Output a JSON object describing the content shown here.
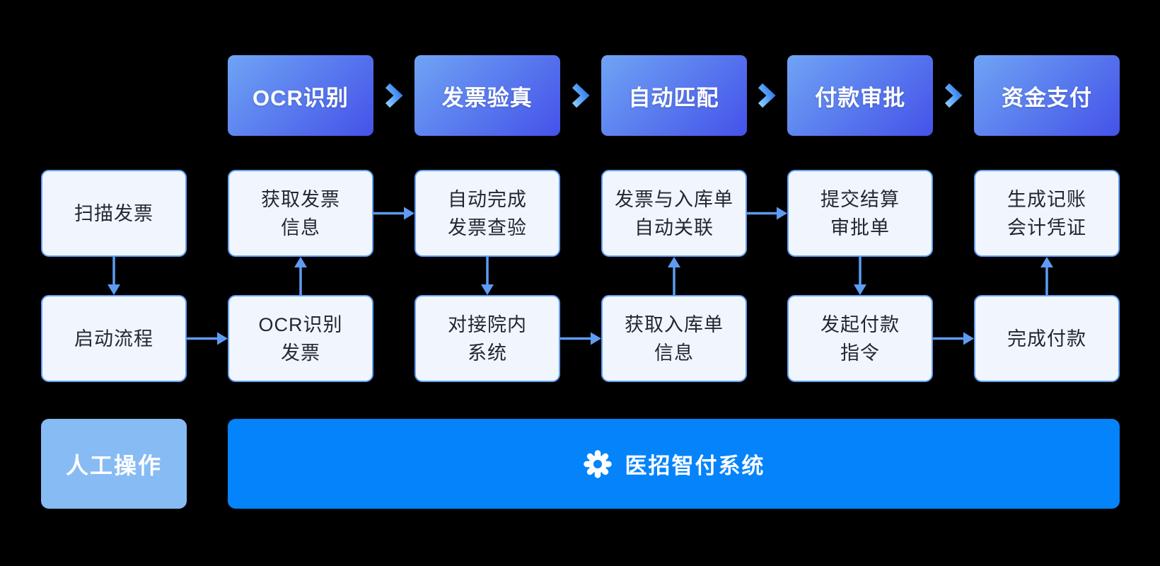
{
  "diagram": {
    "stages": [
      {
        "id": "ocr",
        "label": "OCR识别"
      },
      {
        "id": "invoice-verify",
        "label": "发票验真"
      },
      {
        "id": "auto-match",
        "label": "自动匹配"
      },
      {
        "id": "payment-approval",
        "label": "付款审批"
      },
      {
        "id": "fund-payment",
        "label": "资金支付"
      }
    ],
    "chevron_icon": "chevron-right-icon",
    "nodes": [
      {
        "id": "scan-invoice",
        "label": "扫描发票",
        "lines": [
          "扫描发票"
        ],
        "row": 2,
        "col": 1
      },
      {
        "id": "get-invoice-info",
        "label": "获取发票信息",
        "lines": [
          "获取发票",
          "信息"
        ],
        "row": 2,
        "col": 2
      },
      {
        "id": "auto-verify",
        "label": "自动完成发票查验",
        "lines": [
          "自动完成",
          "发票查验"
        ],
        "row": 2,
        "col": 3
      },
      {
        "id": "match-link",
        "label": "发票与入库单自动关联",
        "lines": [
          "发票与入库单",
          "自动关联"
        ],
        "row": 2,
        "col": 4
      },
      {
        "id": "submit-settlement",
        "label": "提交结算审批单",
        "lines": [
          "提交结算",
          "审批单"
        ],
        "row": 2,
        "col": 5
      },
      {
        "id": "generate-voucher",
        "label": "生成记账会计凭证",
        "lines": [
          "生成记账",
          "会计凭证"
        ],
        "row": 2,
        "col": 6
      },
      {
        "id": "start-process",
        "label": "启动流程",
        "lines": [
          "启动流程"
        ],
        "row": 3,
        "col": 1
      },
      {
        "id": "ocr-invoice",
        "label": "OCR识别发票",
        "lines": [
          "OCR识别",
          "发票"
        ],
        "row": 3,
        "col": 2
      },
      {
        "id": "connect-his",
        "label": "对接院内系统",
        "lines": [
          "对接院内",
          "系统"
        ],
        "row": 3,
        "col": 3
      },
      {
        "id": "get-receipt-info",
        "label": "获取入库单信息",
        "lines": [
          "获取入库单",
          "信息"
        ],
        "row": 3,
        "col": 4
      },
      {
        "id": "initiate-payment",
        "label": "发起付款指令",
        "lines": [
          "发起付款",
          "指令"
        ],
        "row": 3,
        "col": 5
      },
      {
        "id": "complete-payment",
        "label": "完成付款",
        "lines": [
          "完成付款"
        ],
        "row": 3,
        "col": 6
      }
    ],
    "edges": [
      {
        "from": "scan-invoice",
        "to": "start-process"
      },
      {
        "from": "start-process",
        "to": "ocr-invoice"
      },
      {
        "from": "ocr-invoice",
        "to": "get-invoice-info"
      },
      {
        "from": "get-invoice-info",
        "to": "auto-verify"
      },
      {
        "from": "auto-verify",
        "to": "connect-his"
      },
      {
        "from": "connect-his",
        "to": "get-receipt-info"
      },
      {
        "from": "get-receipt-info",
        "to": "match-link"
      },
      {
        "from": "match-link",
        "to": "submit-settlement"
      },
      {
        "from": "submit-settlement",
        "to": "initiate-payment"
      },
      {
        "from": "initiate-payment",
        "to": "complete-payment"
      },
      {
        "from": "complete-payment",
        "to": "generate-voucher"
      }
    ],
    "legend": {
      "manual_label": "人工操作",
      "system_label": "医招智付系统",
      "system_icon": "gear-icon"
    },
    "colors": {
      "background": "#000000",
      "stage_gradient_start": "#6FA4F4",
      "stage_gradient_end": "#4452E9",
      "chevron_gradient_light": "#8CCBFA",
      "chevron_gradient_dark": "#2B78EC",
      "node_fill": "#F1F6FE",
      "node_border": "#63A1F3",
      "node_text": "#23272F",
      "arrow": "#5E9CF3",
      "manual_fill": "#87BBF4",
      "manual_text": "#FFFFFF",
      "bar_fill": "#0583FA",
      "bar_text": "#FFFFFF"
    }
  }
}
